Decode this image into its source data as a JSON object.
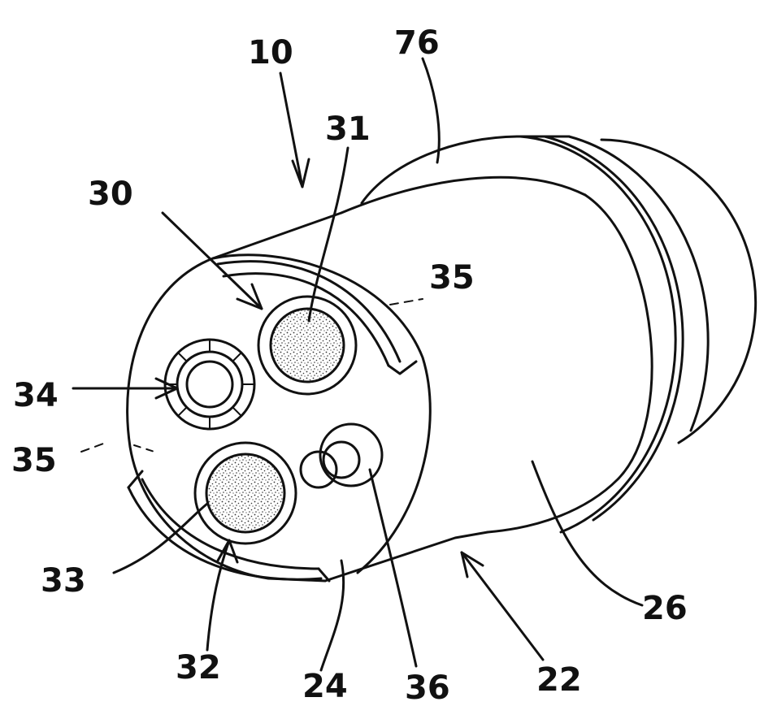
{
  "figure": {
    "labels": {
      "ref_10": "10",
      "ref_76": "76",
      "ref_31": "31",
      "ref_30": "30",
      "ref_35_upper": "35",
      "ref_34": "34",
      "ref_35_lower": "35",
      "ref_33": "33",
      "ref_32": "32",
      "ref_24": "24",
      "ref_36": "36",
      "ref_22": "22",
      "ref_26": "26"
    },
    "colors": {
      "line": "#111111",
      "background": "#ffffff"
    }
  }
}
